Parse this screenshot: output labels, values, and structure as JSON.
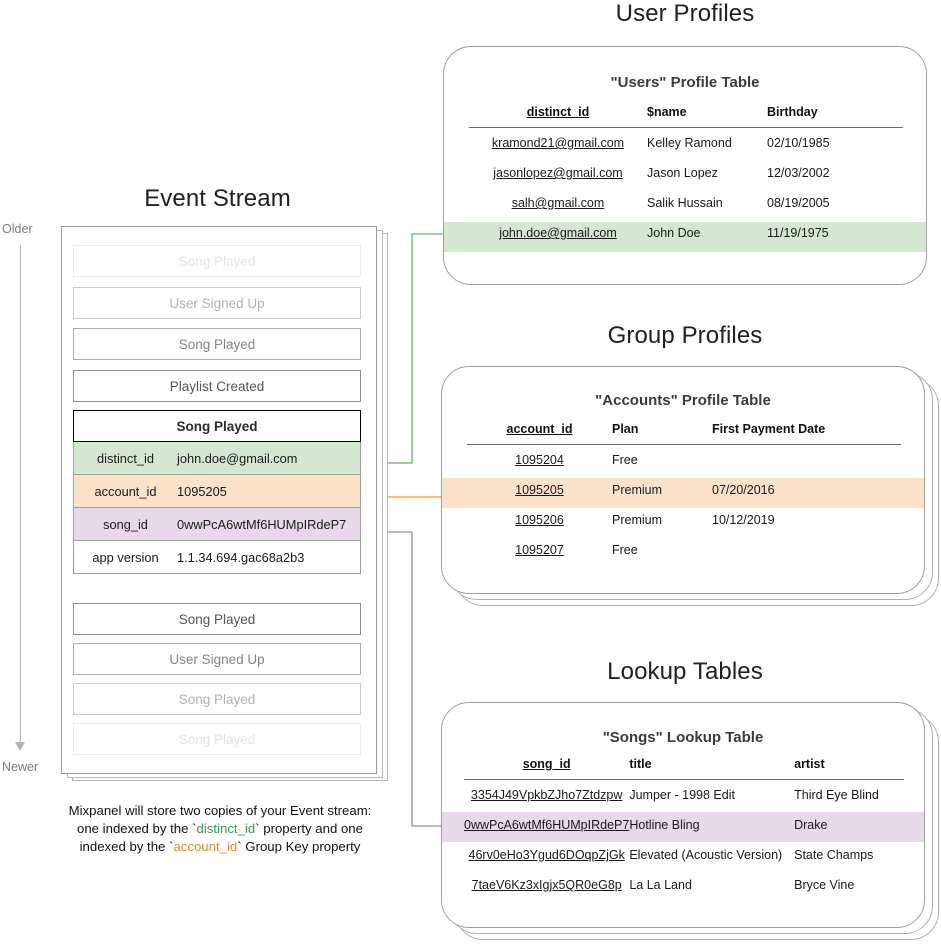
{
  "sections": {
    "event_stream": {
      "title": "Event Stream",
      "axis_older": "Older",
      "axis_newer": "Newer",
      "events_before": [
        "Song Played",
        "User Signed Up",
        "Song Played",
        "Playlist Created"
      ],
      "focus_event": {
        "name": "Song Played",
        "properties": [
          {
            "key": "distinct_id",
            "value": "john.doe@gmail.com",
            "highlight": "green"
          },
          {
            "key": "account_id",
            "value": "1095205",
            "highlight": "orange"
          },
          {
            "key": "song_id",
            "value": "0wwPcA6wtMf6HUMpIRdeP7",
            "highlight": "purple"
          },
          {
            "key": "app version",
            "value": "1.1.34.694.gac68a2b3",
            "highlight": "none"
          }
        ]
      },
      "events_after": [
        "Song Played",
        "User Signed Up",
        "Song Played",
        "Song Played"
      ],
      "caption": {
        "line1": "Mixpanel will store two copies of your Event stream:",
        "line2_pre": "one indexed by the `",
        "line2_token": "distinct_id",
        "line2_post": "` property and one",
        "line3_pre": "indexed by the `",
        "line3_token": "account_id",
        "line3_post": "` Group Key property"
      }
    },
    "user_profiles": {
      "title": "User Profiles",
      "table_title": "\"Users\" Profile Table",
      "columns": [
        "distinct_id",
        "$name",
        "Birthday"
      ],
      "rows": [
        {
          "cells": [
            "kramond21@gmail.com",
            "Kelley Ramond",
            "02/10/1985"
          ],
          "highlight": "none"
        },
        {
          "cells": [
            "jasonlopez@gmail.com",
            "Jason Lopez",
            "12/03/2002"
          ],
          "highlight": "none"
        },
        {
          "cells": [
            "salh@gmail.com",
            "Salik Hussain",
            "08/19/2005"
          ],
          "highlight": "none"
        },
        {
          "cells": [
            "john.doe@gmail.com",
            "John Doe",
            "11/19/1975"
          ],
          "highlight": "green"
        }
      ]
    },
    "group_profiles": {
      "title": "Group Profiles",
      "table_title": "\"Accounts\" Profile Table",
      "columns": [
        "account_id",
        "Plan",
        "First Payment Date"
      ],
      "rows": [
        {
          "cells": [
            "1095204",
            "Free",
            ""
          ],
          "highlight": "none"
        },
        {
          "cells": [
            "1095205",
            "Premium",
            "07/20/2016"
          ],
          "highlight": "orange"
        },
        {
          "cells": [
            "1095206",
            "Premium",
            "10/12/2019"
          ],
          "highlight": "none"
        },
        {
          "cells": [
            "1095207",
            "Free",
            ""
          ],
          "highlight": "none"
        }
      ]
    },
    "lookup_tables": {
      "title": "Lookup Tables",
      "table_title": "\"Songs\" Lookup Table",
      "columns": [
        "song_id",
        "title",
        "artist"
      ],
      "rows": [
        {
          "cells": [
            "3354J49VpkbZJho7Ztdzpw",
            "Jumper - 1998 Edit",
            "Third Eye Blind"
          ],
          "highlight": "none"
        },
        {
          "cells": [
            "0wwPcA6wtMf6HUMpIRdeP7",
            "Hotline Bling",
            "Drake"
          ],
          "highlight": "purple"
        },
        {
          "cells": [
            "46rv0eHo3Ygud6DOqpZjGk",
            "Elevated (Acoustic Version)",
            "State Champs"
          ],
          "highlight": "none"
        },
        {
          "cells": [
            "7taeV6Kz3xIgjx5QR0eG8p",
            "La La Land",
            "Bryce Vine"
          ],
          "highlight": "none"
        }
      ]
    }
  },
  "colors": {
    "green": "#7cb87f",
    "orange": "#e8a33d",
    "purple": "#9b8aa3",
    "green_fill": "#d4e8d1",
    "orange_fill": "#fce2c8",
    "purple_fill": "#e7d9e9",
    "border": "#9e9e9e"
  }
}
